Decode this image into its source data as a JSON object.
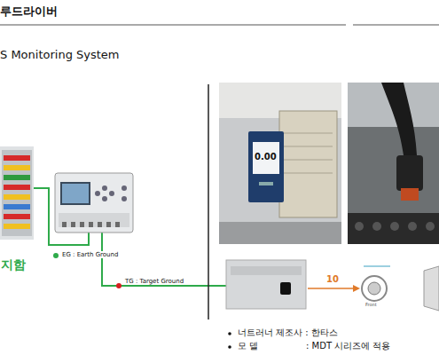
{
  "diagram": {
    "title": "루드라이버",
    "nodes": [
      {
        "text": [
          "지함"
        ]
      }
    ],
    "labels": [
      "S Monitoring System",
      "EG : Earth Ground",
      "TG : Target Ground",
      "0.00",
      "10",
      "Front",
      "너트러너 제조사 : 한타스",
      "모 델",
      ": MDT 시리즈에 적용"
    ]
  }
}
